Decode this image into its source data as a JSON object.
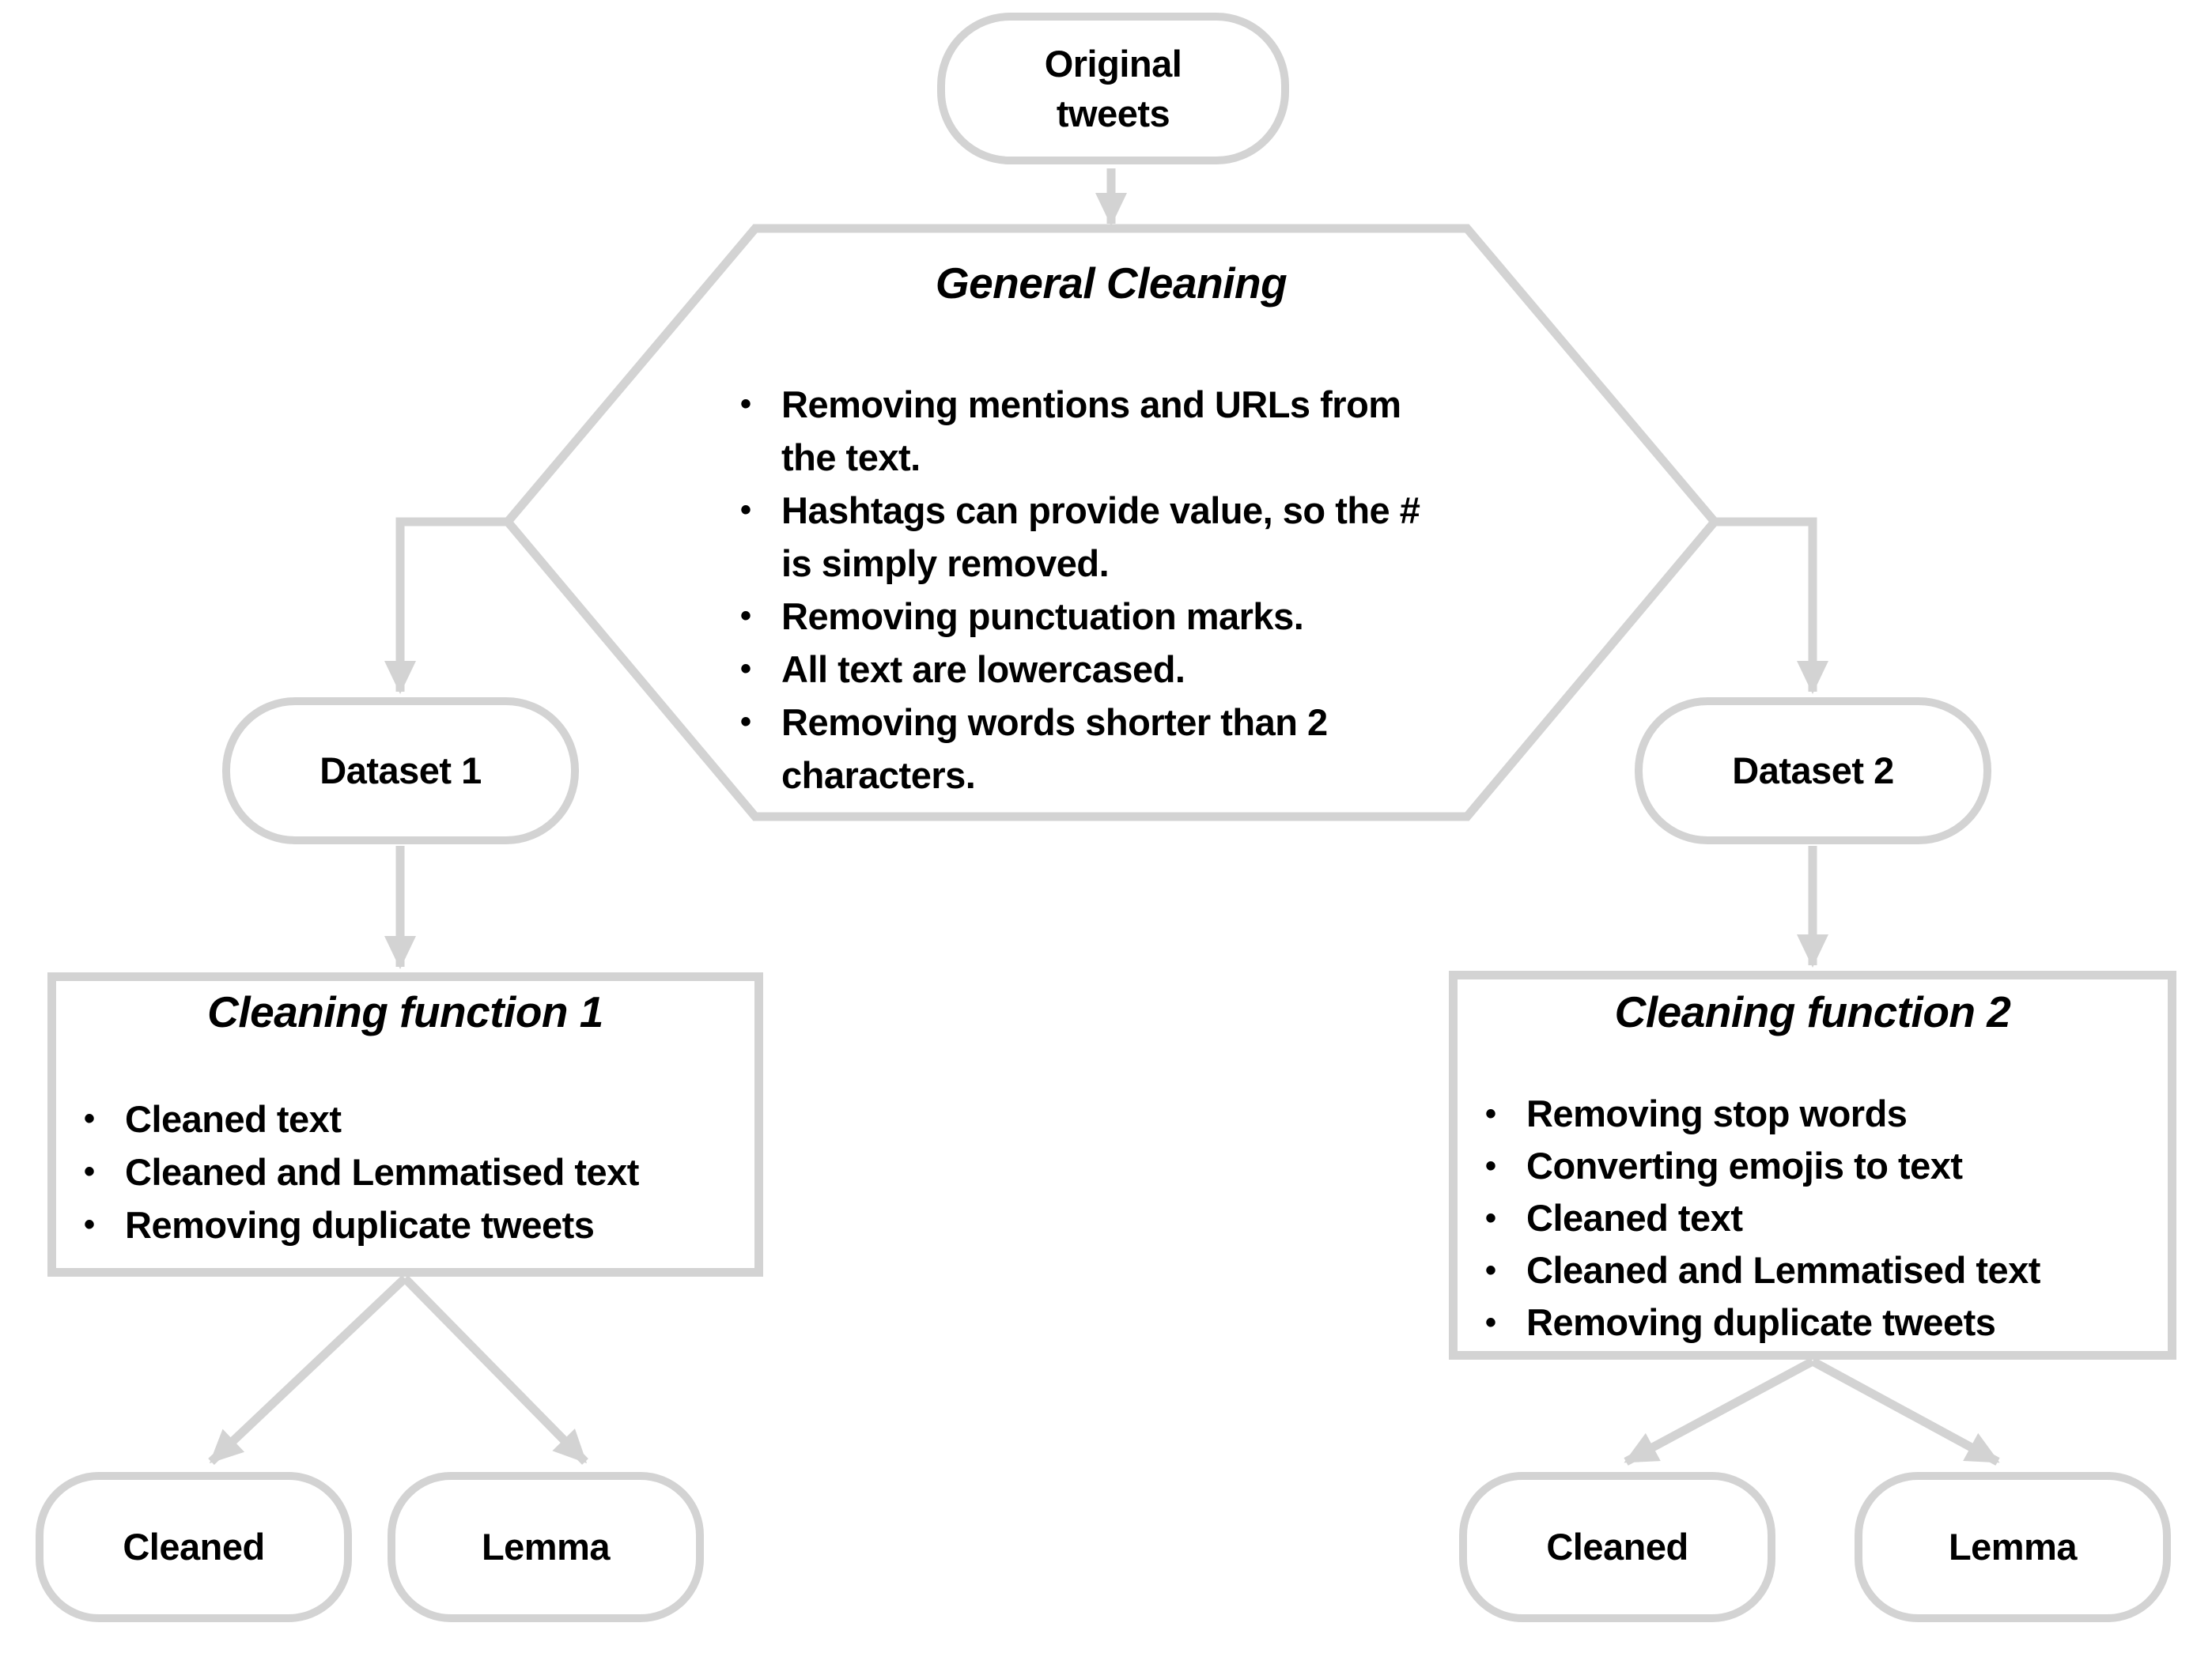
{
  "colors": {
    "connector": "#d3d3d3",
    "node_border": "#d3d3d3",
    "text": "#000000",
    "background": "#ffffff"
  },
  "original_tweets": {
    "label": "Original\ntweets"
  },
  "general_cleaning": {
    "title": "General Cleaning",
    "bullets": [
      "Removing mentions and URLs from\nthe text.",
      "Hashtags can provide value, so the #\nis simply removed.",
      "Removing punctuation marks.",
      "All text are lowercased.",
      "Removing words shorter than 2\ncharacters."
    ]
  },
  "dataset1": {
    "label": "Dataset 1"
  },
  "dataset2": {
    "label": "Dataset 2"
  },
  "cleaning_function_1": {
    "title": "Cleaning function 1",
    "bullets": [
      "Cleaned text",
      "Cleaned and Lemmatised text",
      "Removing duplicate tweets"
    ]
  },
  "cleaning_function_2": {
    "title": "Cleaning function 2",
    "bullets": [
      "Removing stop words",
      "Converting emojis to text",
      "Cleaned text",
      "Cleaned and Lemmatised text",
      "Removing duplicate tweets"
    ]
  },
  "outputs_left": {
    "cleaned": "Cleaned",
    "lemma": "Lemma"
  },
  "outputs_right": {
    "cleaned": "Cleaned",
    "lemma": "Lemma"
  },
  "bullet_glyph": "•"
}
